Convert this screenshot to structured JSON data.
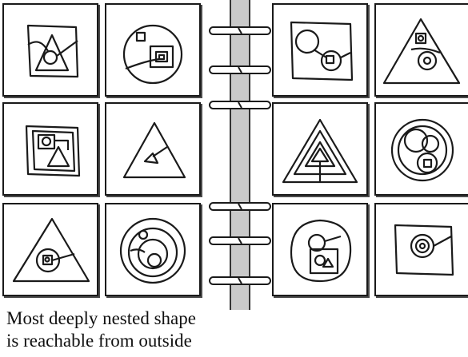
{
  "caption": {
    "line1": "Most deeply nested shape",
    "line2": "is reachable from outside"
  },
  "colors": {
    "ink": "#1a1a1a",
    "spine": "#c9c9c9",
    "background": "#ffffff"
  },
  "panels": [
    {
      "id": "left-r1-c1",
      "outer": "square",
      "content": "triangle-with-circle"
    },
    {
      "id": "left-r1-c2",
      "outer": "circle",
      "content": "nested-squares"
    },
    {
      "id": "left-r2-c1",
      "outer": "square",
      "content": "square-with-triangle"
    },
    {
      "id": "left-r2-c2",
      "outer": "triangle",
      "content": "small-triangle-with-path"
    },
    {
      "id": "left-r3-c1",
      "outer": "triangle",
      "content": "circle-with-square"
    },
    {
      "id": "left-r3-c2",
      "outer": "circle",
      "content": "nested-circles"
    },
    {
      "id": "right-r1-c1",
      "outer": "square",
      "content": "circle-and-circle"
    },
    {
      "id": "right-r1-c2",
      "outer": "triangle",
      "content": "square-and-circle"
    },
    {
      "id": "right-r2-c1",
      "outer": "triangle",
      "content": "nested-triangles"
    },
    {
      "id": "right-r2-c2",
      "outer": "circle",
      "content": "circles-with-square"
    },
    {
      "id": "right-r3-c1",
      "outer": "circle",
      "content": "circle-square-triangle"
    },
    {
      "id": "right-r3-c2",
      "outer": "square",
      "content": "nested-circles"
    }
  ],
  "binder_rings": 6
}
